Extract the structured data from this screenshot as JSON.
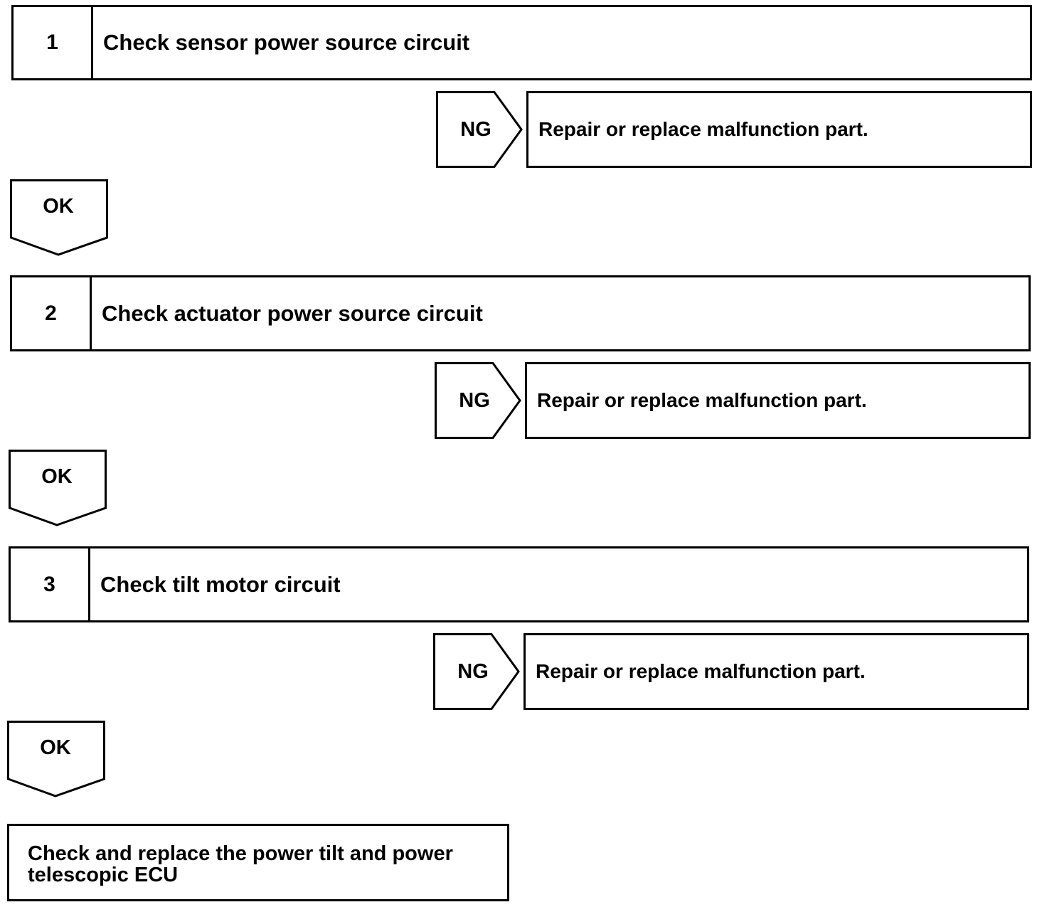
{
  "steps": [
    {
      "number": "1",
      "title": "Check sensor power source circuit",
      "ng_label": "NG",
      "ng_action": "Repair or replace malfunction part.",
      "ok_label": "OK"
    },
    {
      "number": "2",
      "title": "Check actuator power source circuit",
      "ng_label": "NG",
      "ng_action": "Repair or replace malfunction part.",
      "ok_label": "OK"
    },
    {
      "number": "3",
      "title": "Check tilt motor circuit",
      "ng_label": "NG",
      "ng_action": "Repair or replace malfunction part.",
      "ok_label": "OK"
    }
  ],
  "final_action": "Check and replace the power tilt and power telescopic ECU"
}
